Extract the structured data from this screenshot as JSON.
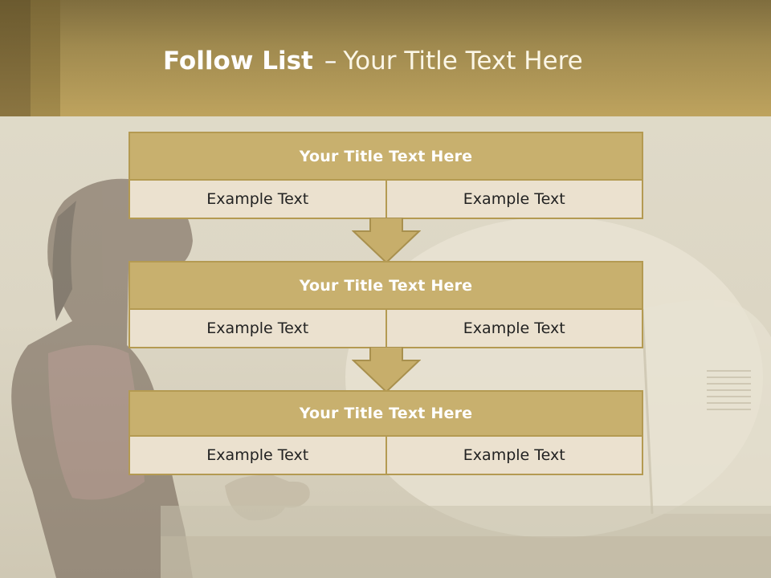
{
  "header": {
    "title_bold": "Follow List",
    "title_separator": "–",
    "title_rest": "Your Title Text Here"
  },
  "steps": [
    {
      "title": "Your Title Text Here",
      "left": "Example Text",
      "right": "Example Text"
    },
    {
      "title": "Your Title Text Here",
      "left": "Example Text",
      "right": "Example Text"
    },
    {
      "title": "Your Title Text Here",
      "left": "Example Text",
      "right": "Example Text"
    }
  ],
  "colors": {
    "header_gold": "#bea35e",
    "box_title": "#c8b06e",
    "box_border": "#b49a52",
    "box_cell": "#ebe1cf",
    "arrow_fill": "#c7ae6b"
  }
}
